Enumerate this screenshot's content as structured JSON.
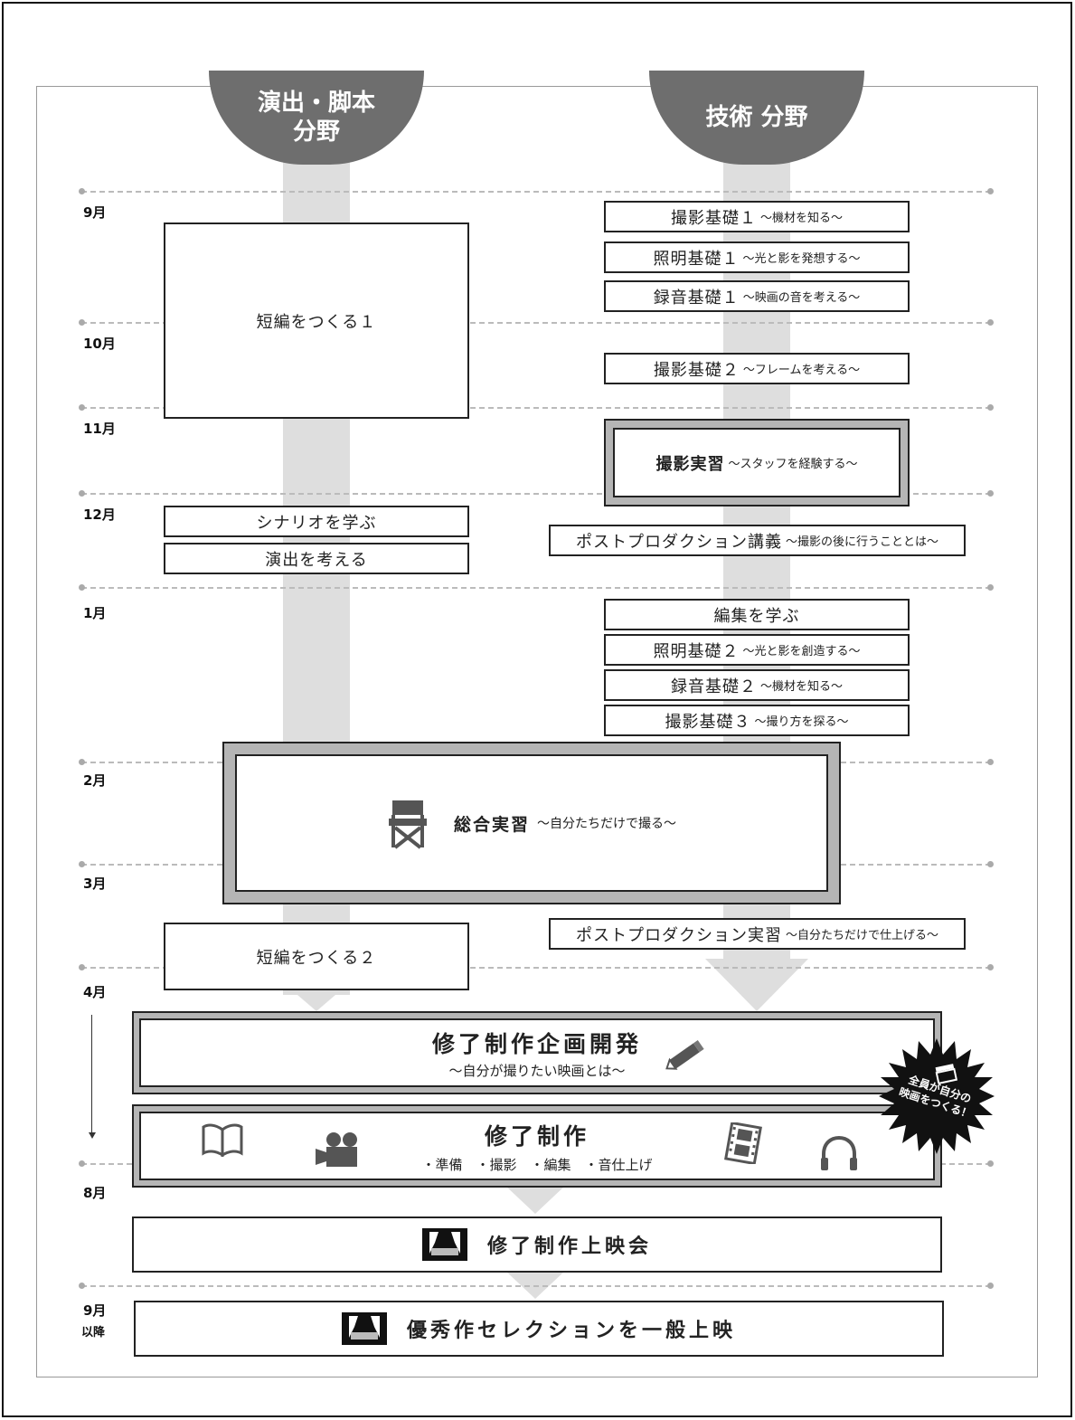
{
  "headers": {
    "left": "演出・脚本\n分野",
    "right": "技術 分野"
  },
  "months": [
    "9月",
    "10月",
    "11月",
    "12月",
    "1月",
    "2月",
    "3月",
    "4月",
    "8月",
    "9月",
    "以降"
  ],
  "left": {
    "short1": "短編をつくる１",
    "scenario": "シナリオを学ぶ",
    "direction": "演出を考える",
    "short2": "短編をつくる２"
  },
  "right": {
    "cam1": {
      "main": "撮影基礎１",
      "sub": "〜機材を知る〜"
    },
    "light1": {
      "main": "照明基礎１",
      "sub": "〜光と影を発想する〜"
    },
    "rec1": {
      "main": "録音基礎１",
      "sub": "〜映画の音を考える〜"
    },
    "cam2": {
      "main": "撮影基礎２",
      "sub": "〜フレームを考える〜"
    },
    "practice": {
      "main": "撮影実習",
      "sub": "〜スタッフを経験する〜"
    },
    "post": {
      "main": "ポストプロダクション講義",
      "sub": "〜撮影の後に行うこととは〜"
    },
    "edit": "編集を学ぶ",
    "light2": {
      "main": "照明基礎２",
      "sub": "〜光と影を創造する〜"
    },
    "rec2": {
      "main": "録音基礎２",
      "sub": "〜機材を知る〜"
    },
    "cam3": {
      "main": "撮影基礎３",
      "sub": "〜撮り方を探る〜"
    },
    "postpractice": {
      "main": "ポストプロダクション実習",
      "sub": "〜自分たちだけで仕上げる〜"
    }
  },
  "general": {
    "main": "総合実習",
    "sub": "〜自分たちだけで撮る〜"
  },
  "thesis_plan": {
    "main": "修了制作企画開発",
    "sub": "〜自分が撮りたい映画とは〜"
  },
  "thesis": {
    "main": "修了制作",
    "sub": "・準備　・撮影　・編集　・音仕上げ"
  },
  "screening": "修了制作上映会",
  "public": "優秀作セレクションを一般上映",
  "badge": {
    "line1": "全員が自分の",
    "line2": "映画をつくる！"
  },
  "icons": [
    "director-chair-icon",
    "pencil-icon",
    "book-icon",
    "movie-camera-icon",
    "film-strip-icon",
    "headphones-icon",
    "clapperboard-icon",
    "stage-icon"
  ]
}
